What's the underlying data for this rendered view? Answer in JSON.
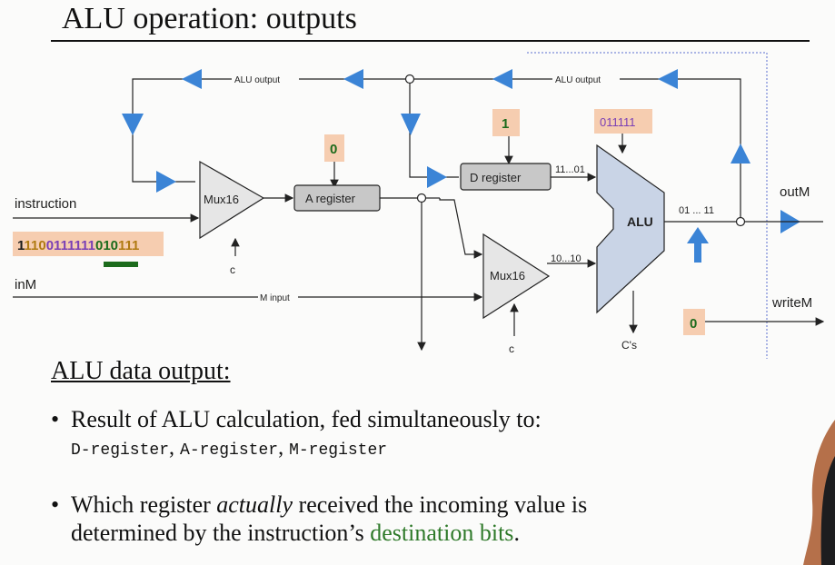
{
  "title": "ALU operation: outputs",
  "diagram": {
    "alu_output_left": "ALU output",
    "alu_output_right": "ALU output",
    "instruction": "instruction",
    "instruction_bits": {
      "b1": "1",
      "b2": "11",
      "b3": "0",
      "b4": "0111111",
      "b5": "010",
      "b6": "111"
    },
    "inM": "inM",
    "m_input": "M input",
    "mux1": "Mux16",
    "mux2": "Mux16",
    "a_register": "A register",
    "d_register": "D register",
    "alu": "ALU",
    "c1": "c",
    "c2": "c",
    "cs": "C's",
    "a_load": "0",
    "d_load": "1",
    "alu_control": "011111",
    "d_out_bits": "11...01",
    "a_out_bits": "10...10",
    "alu_out_bits": "01 ... 11",
    "outM": "outM",
    "writeM": "writeM",
    "writeM_value": "0",
    "colors": {
      "highlight": "#f6cdb0",
      "arrow": "#3b84d6",
      "purple": "#7a3fb5",
      "gold": "#b07a12",
      "green_bar": "#1c6b1c"
    }
  },
  "section_heading": "ALU data output:",
  "bullets": {
    "b1_text": "Result of ALU calculation, fed simultaneously to:",
    "b1_sub": [
      "D-register",
      "A-register",
      "M-register"
    ],
    "b1_sep": ", ",
    "b2_pre": "Which register ",
    "b2_em": "actually",
    "b2_mid": " received the incoming value is",
    "b2_line2": "determined by the instruction’s ",
    "b2_green": "destination bits",
    "b2_end": "."
  }
}
